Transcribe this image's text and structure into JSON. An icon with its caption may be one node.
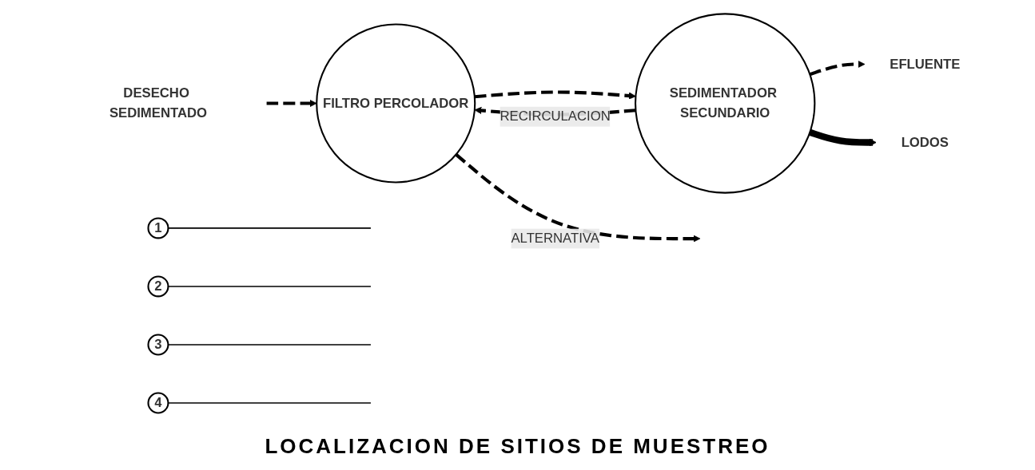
{
  "diagram": {
    "caption": "LOCALIZACION DE SITIOS DE MUESTREO",
    "nodes": [
      {
        "text": [
          "DESECHO SEDIMENTADO"
        ]
      },
      {
        "text": [
          "FILTRO PERCOLADOR"
        ]
      },
      {
        "text": [
          "SEDIMENTADOR SECUNDARIO"
        ]
      },
      {
        "text": [
          "EFLUENTE"
        ]
      },
      {
        "text": [
          "LODOS"
        ]
      },
      {
        "text": [
          "1"
        ]
      },
      {
        "text": [
          "2"
        ]
      },
      {
        "text": [
          "3"
        ]
      },
      {
        "text": [
          "4"
        ]
      }
    ],
    "edges": [
      {
        "from": 0,
        "to": 1,
        "arrow": "to",
        "style": "dashed"
      },
      {
        "from": 1,
        "to": 2,
        "arrow": "to",
        "style": "dashed"
      },
      {
        "from": 2,
        "to": 1,
        "arrow": "to",
        "style": "dashed",
        "label": "RECIRCULACION"
      },
      {
        "from": 1,
        "to": null,
        "arrow": "to",
        "style": "dashed",
        "label": "ALTERNATIVA"
      },
      {
        "from": 2,
        "to": 3,
        "arrow": "to",
        "style": "dashed"
      },
      {
        "from": 2,
        "to": 4,
        "arrow": "to",
        "style": "thick"
      },
      {
        "from": 5,
        "to": null,
        "arrow": "none"
      },
      {
        "from": 6,
        "to": null,
        "arrow": "none"
      },
      {
        "from": 7,
        "to": null,
        "arrow": "none"
      },
      {
        "from": 8,
        "to": null,
        "arrow": "none"
      }
    ]
  }
}
